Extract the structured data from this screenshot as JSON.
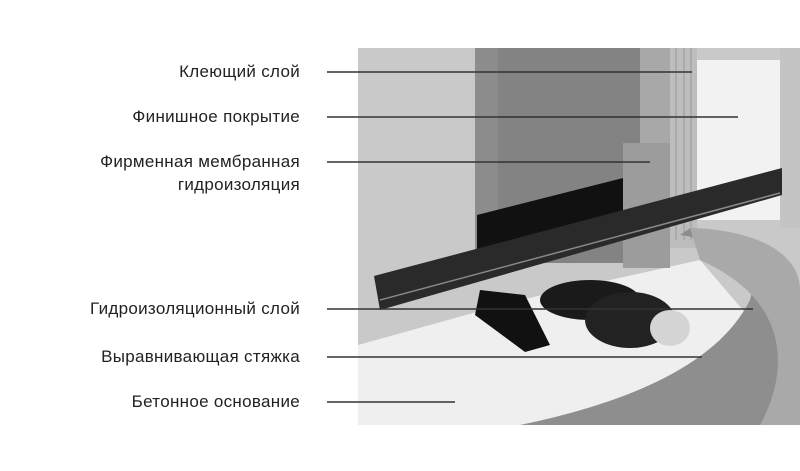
{
  "labels": [
    {
      "text": "Клеющий слой"
    },
    {
      "text": "Финишное покрытие"
    },
    {
      "text": "Фирменная мембранная",
      "text2": "гидроизоляция"
    },
    {
      "text": "Гидроизоляционный слой"
    },
    {
      "text": "Выравнивающая стяжка"
    },
    {
      "text": "Бетонное основание"
    }
  ]
}
